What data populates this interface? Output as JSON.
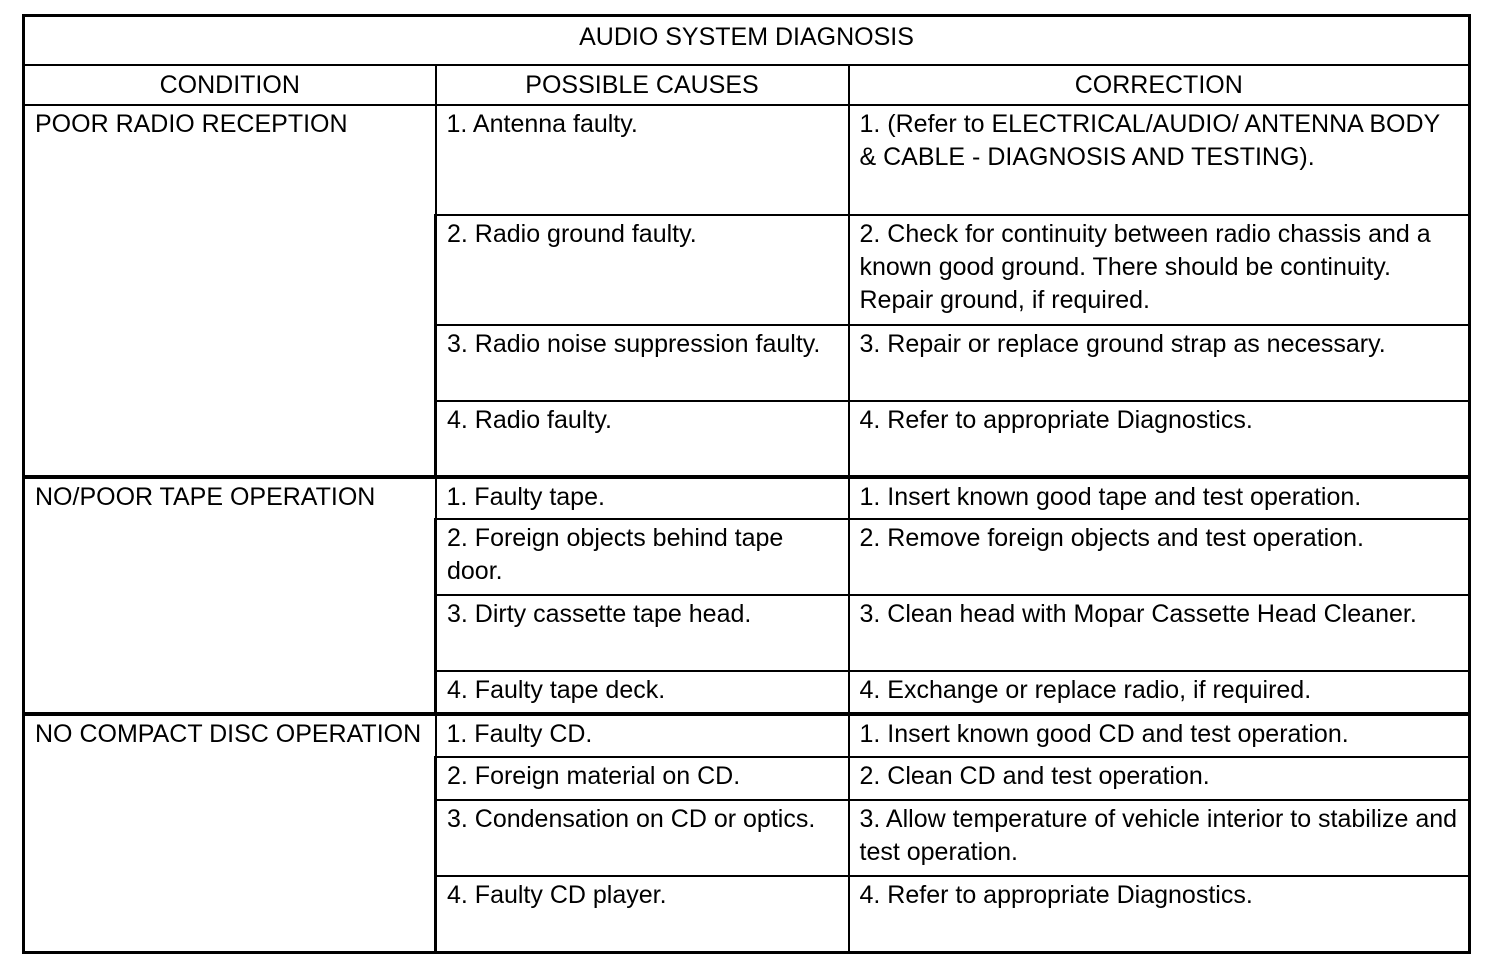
{
  "title": "AUDIO SYSTEM DIAGNOSIS",
  "headers": {
    "condition": "CONDITION",
    "causes": "POSSIBLE CAUSES",
    "correction": "CORRECTION"
  },
  "groups": [
    {
      "condition": "POOR RADIO RECEPTION",
      "rows": [
        {
          "cause": "1. Antenna faulty.",
          "correction": "1. (Refer to ELECTRICAL/AUDIO/ ANTENNA BODY & CABLE - DIAGNOSIS AND TESTING)."
        },
        {
          "cause": "2. Radio ground faulty.",
          "correction": "2. Check for continuity between radio chassis and a known good ground. There should be continuity. Repair ground, if required."
        },
        {
          "cause": "3. Radio noise suppression faulty.",
          "correction": "3. Repair or replace ground strap as necessary."
        },
        {
          "cause": "4. Radio faulty.",
          "correction": "4. Refer to appropriate Diagnostics."
        }
      ]
    },
    {
      "condition": "NO/POOR TAPE OPERATION",
      "rows": [
        {
          "cause": "1. Faulty tape.",
          "correction": "1. Insert known good tape and test operation."
        },
        {
          "cause": "2. Foreign objects behind tape door.",
          "correction": "2. Remove foreign objects and test operation."
        },
        {
          "cause": "3. Dirty cassette tape head.",
          "correction": "3. Clean head with Mopar Cassette Head Cleaner."
        },
        {
          "cause": "4. Faulty tape deck.",
          "correction": "4. Exchange or replace radio, if required."
        }
      ]
    },
    {
      "condition": "NO COMPACT DISC OPERATION",
      "rows": [
        {
          "cause": "1. Faulty CD.",
          "correction": "1. Insert known good CD and test operation."
        },
        {
          "cause": "2. Foreign material on CD.",
          "correction": "2. Clean CD and test operation."
        },
        {
          "cause": "3. Condensation on CD or optics.",
          "correction": "3. Allow temperature of vehicle interior to stabilize and test operation."
        },
        {
          "cause": "4. Faulty CD player.",
          "correction": "4. Refer to appropriate Diagnostics."
        }
      ]
    }
  ]
}
